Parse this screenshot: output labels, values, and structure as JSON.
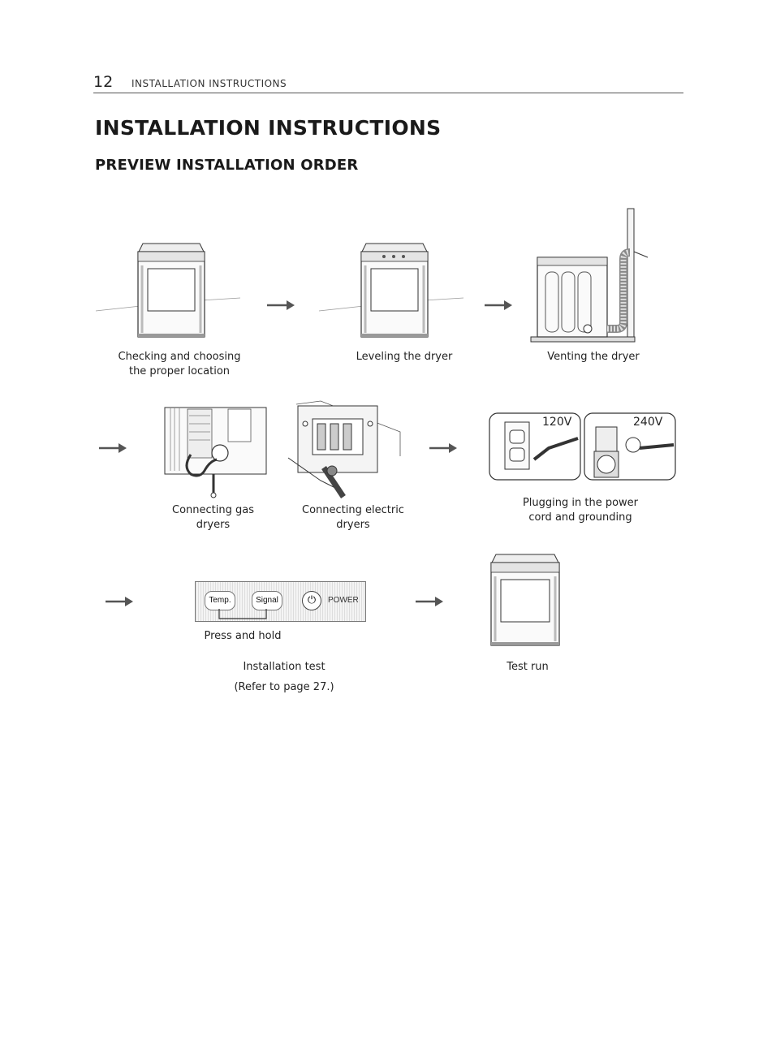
{
  "header": {
    "page_number": "12",
    "running_title": "INSTALLATION INSTRUCTIONS"
  },
  "title": "INSTALLATION INSTRUCTIONS",
  "subtitle": "PREVIEW INSTALLATION ORDER",
  "steps": {
    "checking": "Checking and choosing the proper location",
    "leveling": "Leveling the dryer",
    "venting": "Venting the dryer",
    "gas": "Connecting gas dryers",
    "electric": "Connecting electric dryers",
    "plugging": "Plugging in the power cord and grounding",
    "press_hold": "Press and hold",
    "install_test": "Installation test",
    "refer": "(Refer to page 27.)",
    "test_run": "Test run"
  },
  "panel": {
    "temp": "Temp.",
    "signal": "Signal",
    "power": "POWER"
  },
  "outlets": {
    "v120": "120V",
    "v240": "240V"
  },
  "icons": [
    "dryer-illustration",
    "arrow-right-icon",
    "vent-duct-illustration",
    "outlet-illustration",
    "power-button-icon"
  ]
}
